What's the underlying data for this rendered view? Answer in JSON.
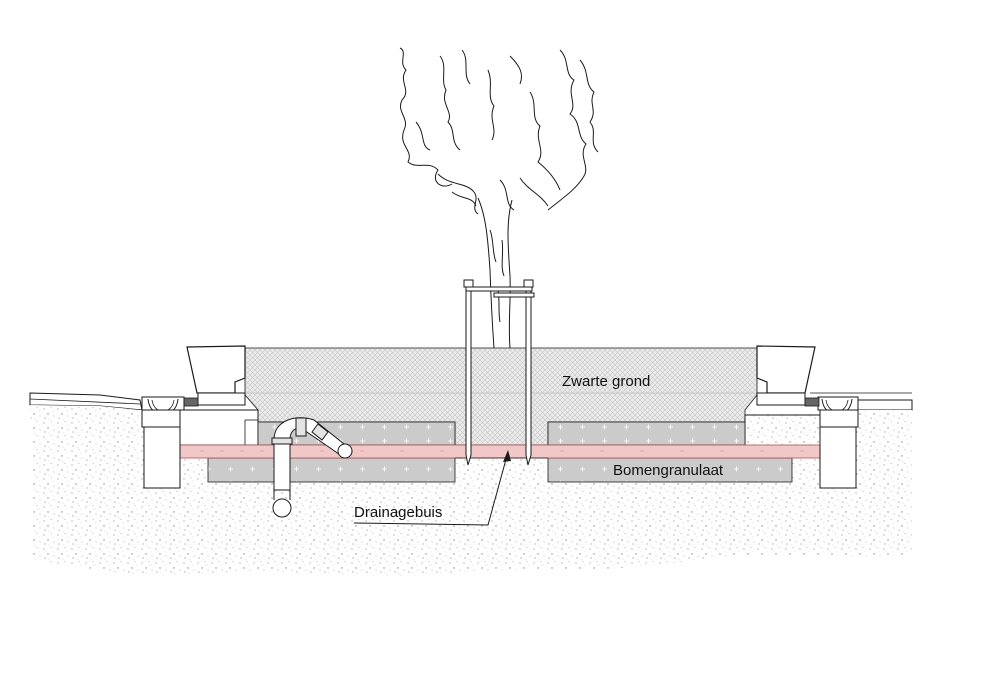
{
  "labels": {
    "black_soil": "Zwarte grond",
    "tree_granulate": "Bomengranulaat",
    "drainage_pipe": "Drainagebuis"
  },
  "colors": {
    "outline": "#1a1a1a",
    "granulate_fill": "#c9c9c9",
    "root_layer": "#f2c7c7",
    "root_layer_stroke": "#b05050",
    "soil_speckle": "#9a9a9a"
  }
}
